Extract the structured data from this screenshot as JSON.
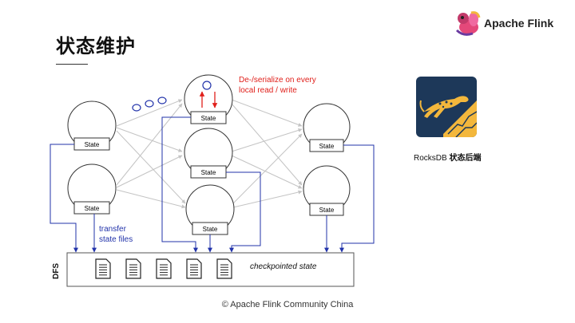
{
  "header": {
    "title": "状态维护",
    "brand_name": "Apache Flink"
  },
  "diagram": {
    "state_label": "State",
    "serialize_note_line1": "De-/serialize on every",
    "serialize_note_line2": "local read / write",
    "transfer_note_line1": "transfer",
    "transfer_note_line2": "state files",
    "dfs_label": "DFS",
    "checkpoint_label": "checkpointed state",
    "file_count": 5
  },
  "side": {
    "backend_name": "RocksDB",
    "backend_suffix": "状态后端"
  },
  "footer": {
    "text": "© Apache Flink Community China"
  },
  "colors": {
    "accent_red": "#e0201b",
    "accent_blue": "#2233aa",
    "arrow_gray": "#c4c4c4",
    "tile_navy": "#1d3859",
    "leopard_gold": "#f3b73c"
  }
}
